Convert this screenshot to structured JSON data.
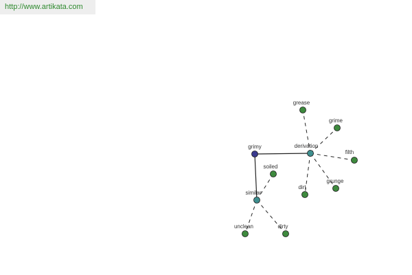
{
  "url": "http://www.artikata.com",
  "colors": {
    "root": "#3b3b8f",
    "hub": "#3f8f8f",
    "leaf": "#3e8a3e",
    "edge": "#222222",
    "url_text": "#2f8a2f",
    "url_bg": "#eeeeee"
  },
  "graph": {
    "nodes": [
      {
        "id": "grimy",
        "label": "grimy",
        "kind": "root"
      },
      {
        "id": "derivation",
        "label": "derivation",
        "kind": "hub"
      },
      {
        "id": "similar",
        "label": "similar",
        "kind": "hub"
      },
      {
        "id": "grease",
        "label": "grease",
        "kind": "leaf"
      },
      {
        "id": "grime",
        "label": "grime",
        "kind": "leaf"
      },
      {
        "id": "filth",
        "label": "filth",
        "kind": "leaf"
      },
      {
        "id": "grunge",
        "label": "grunge",
        "kind": "leaf"
      },
      {
        "id": "dirt",
        "label": "dirt",
        "kind": "leaf"
      },
      {
        "id": "soiled",
        "label": "soiled",
        "kind": "leaf"
      },
      {
        "id": "unclean",
        "label": "unclean",
        "kind": "leaf"
      },
      {
        "id": "dirty",
        "label": "dirty",
        "kind": "leaf"
      }
    ],
    "edges": [
      {
        "from": "grimy",
        "to": "derivation",
        "style": "solid"
      },
      {
        "from": "grimy",
        "to": "similar",
        "style": "solid"
      },
      {
        "from": "derivation",
        "to": "grease",
        "style": "dashed"
      },
      {
        "from": "derivation",
        "to": "grime",
        "style": "dashed"
      },
      {
        "from": "derivation",
        "to": "filth",
        "style": "dashed"
      },
      {
        "from": "derivation",
        "to": "grunge",
        "style": "dashed"
      },
      {
        "from": "derivation",
        "to": "dirt",
        "style": "dashed"
      },
      {
        "from": "similar",
        "to": "soiled",
        "style": "dashed"
      },
      {
        "from": "similar",
        "to": "unclean",
        "style": "dashed"
      },
      {
        "from": "similar",
        "to": "dirty",
        "style": "dashed"
      }
    ]
  }
}
